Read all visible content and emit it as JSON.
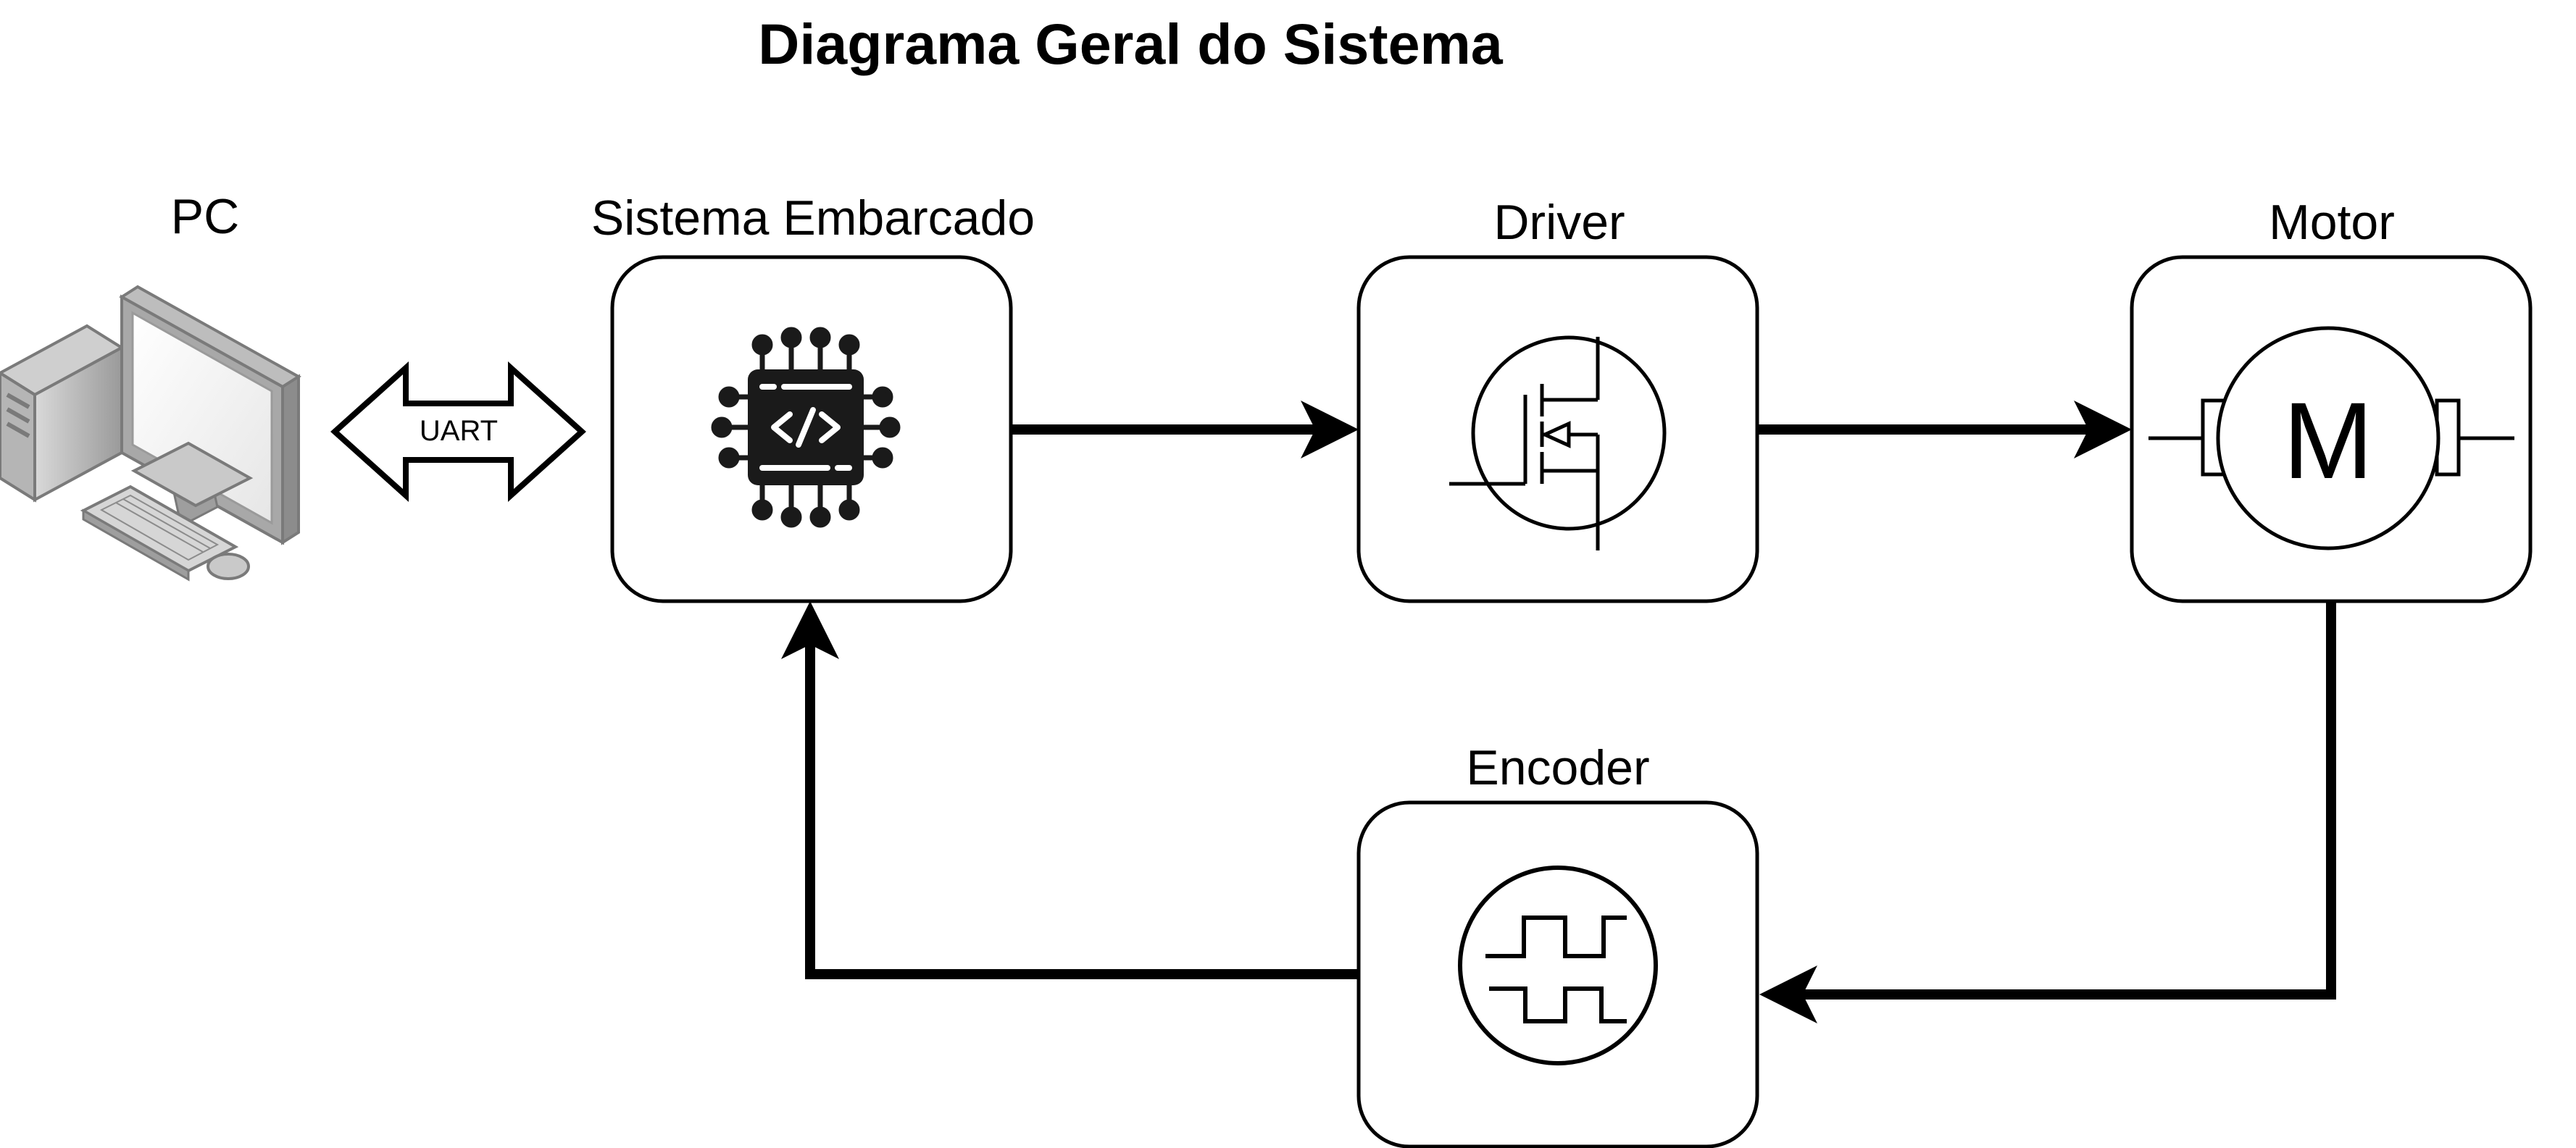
{
  "title": "Diagrama Geral do Sistema",
  "nodes": {
    "pc": {
      "label": "PC"
    },
    "embedded": {
      "label": "Sistema Embarcado"
    },
    "driver": {
      "label": "Driver"
    },
    "motor": {
      "label": "Motor",
      "symbol": "M"
    },
    "encoder": {
      "label": "Encoder"
    }
  },
  "links": {
    "uart": {
      "label": "UART"
    }
  },
  "icons": [
    "computer-icon",
    "microchip-code-icon",
    "mosfet-icon",
    "motor-icon",
    "square-wave-icon"
  ],
  "colors": {
    "stroke": "#000000",
    "background": "#ffffff"
  }
}
